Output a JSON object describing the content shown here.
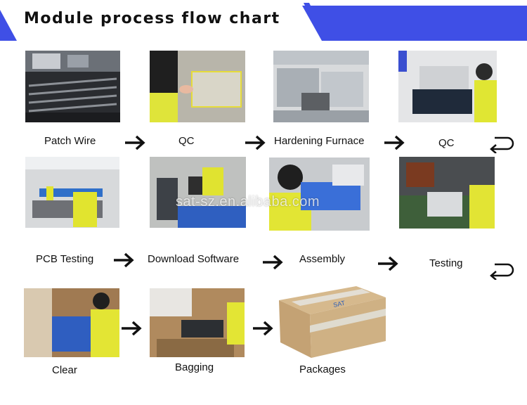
{
  "header": {
    "title": "Module process flow chart"
  },
  "steps": [
    {
      "label": "Patch Wire"
    },
    {
      "label": "QC"
    },
    {
      "label": "Hardening Furnace"
    },
    {
      "label": "QC"
    },
    {
      "label": "PCB Testing"
    },
    {
      "label": "Download Software"
    },
    {
      "label": "Assembly"
    },
    {
      "label": "Testing"
    },
    {
      "label": "Clear"
    },
    {
      "label": "Bagging"
    },
    {
      "label": "Packages"
    }
  ],
  "watermark": "sat-sz.en.alibaba.com",
  "package_print": "SAT",
  "colors": {
    "accent": "#3f4fe6",
    "arrow": "#111111"
  }
}
